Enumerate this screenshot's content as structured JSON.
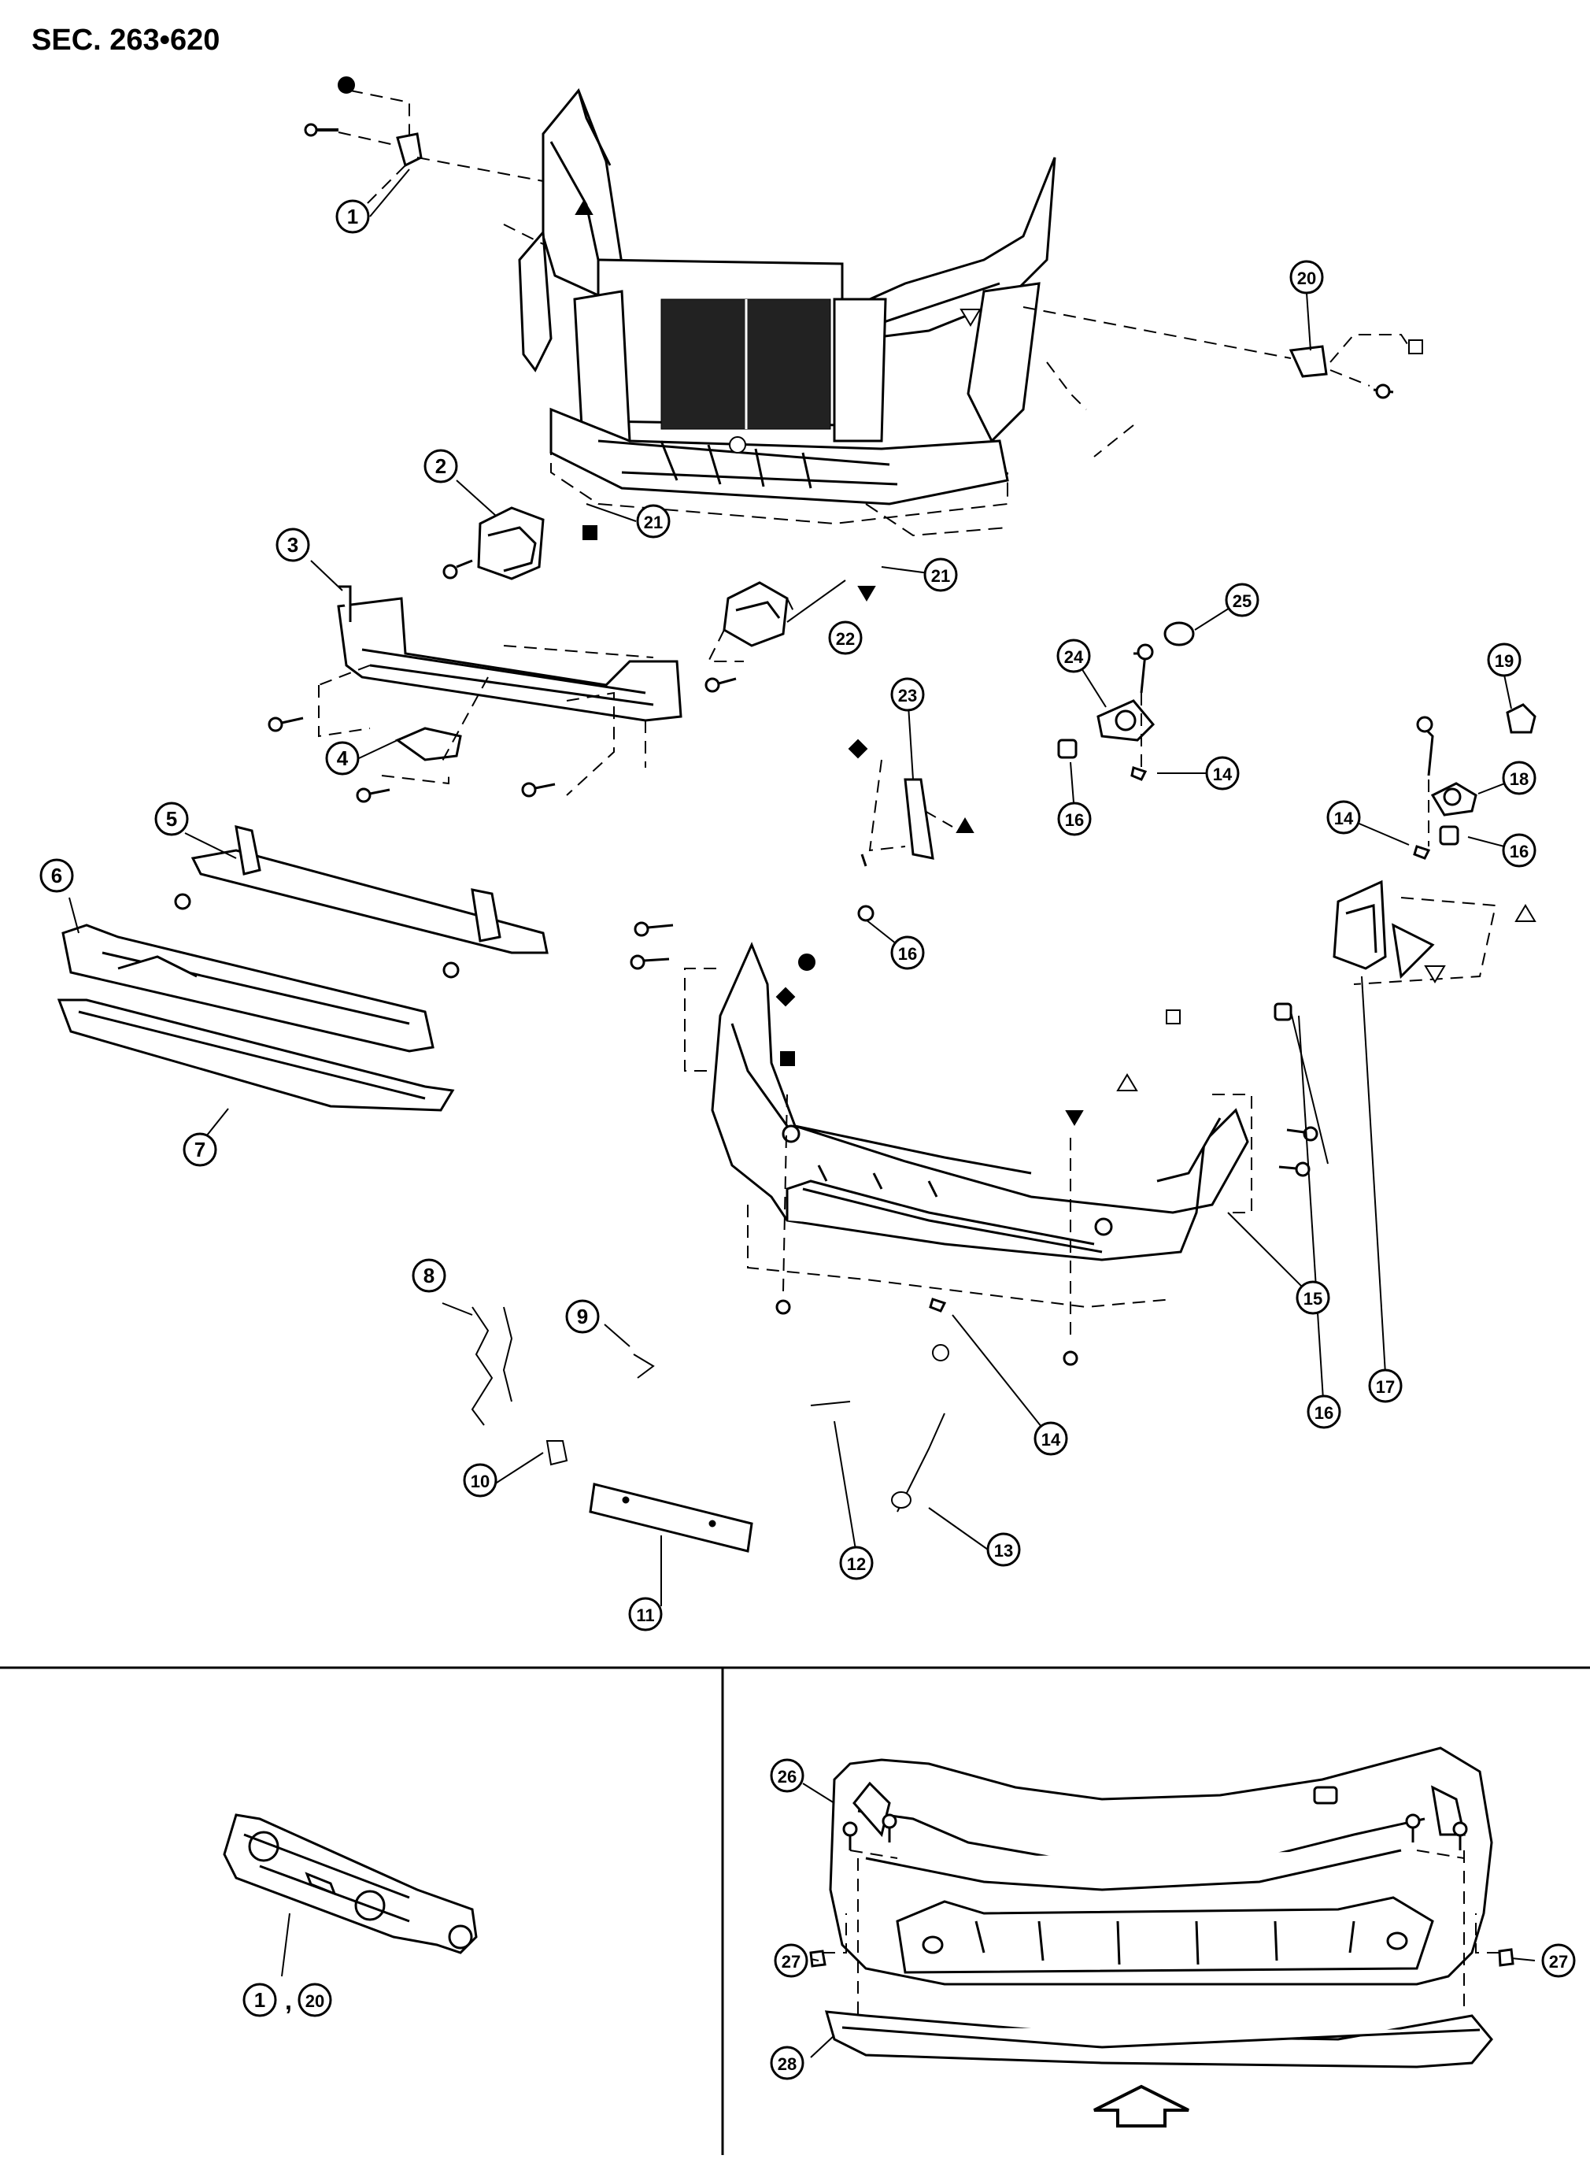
{
  "section_code": "SEC. 263•620",
  "callouts": [
    {
      "id": "c1",
      "num": "1"
    },
    {
      "id": "c2",
      "num": "2"
    },
    {
      "id": "c3",
      "num": "3"
    },
    {
      "id": "c4",
      "num": "4"
    },
    {
      "id": "c5",
      "num": "5"
    },
    {
      "id": "c6",
      "num": "6"
    },
    {
      "id": "c7",
      "num": "7"
    },
    {
      "id": "c8",
      "num": "8"
    },
    {
      "id": "c9",
      "num": "9"
    },
    {
      "id": "c10",
      "num": "10"
    },
    {
      "id": "c11",
      "num": "11"
    },
    {
      "id": "c12",
      "num": "12"
    },
    {
      "id": "c13",
      "num": "13"
    },
    {
      "id": "c14a",
      "num": "14"
    },
    {
      "id": "c14b",
      "num": "14"
    },
    {
      "id": "c14c",
      "num": "14"
    },
    {
      "id": "c15",
      "num": "15"
    },
    {
      "id": "c16a",
      "num": "16"
    },
    {
      "id": "c16b",
      "num": "16"
    },
    {
      "id": "c16c",
      "num": "16"
    },
    {
      "id": "c16d",
      "num": "16"
    },
    {
      "id": "c17",
      "num": "17"
    },
    {
      "id": "c18",
      "num": "18"
    },
    {
      "id": "c19",
      "num": "19"
    },
    {
      "id": "c20",
      "num": "20"
    },
    {
      "id": "c21a",
      "num": "21"
    },
    {
      "id": "c21b",
      "num": "21"
    },
    {
      "id": "c22",
      "num": "22"
    },
    {
      "id": "c23",
      "num": "23"
    },
    {
      "id": "c24",
      "num": "24"
    },
    {
      "id": "c25",
      "num": "25"
    },
    {
      "id": "c26",
      "num": "26"
    },
    {
      "id": "c27a",
      "num": "27"
    },
    {
      "id": "c27b",
      "num": "27"
    },
    {
      "id": "c28",
      "num": "28"
    },
    {
      "id": "c1b",
      "num": "1"
    },
    {
      "id": "c20b",
      "num": "20"
    }
  ],
  "detail_separator": ","
}
